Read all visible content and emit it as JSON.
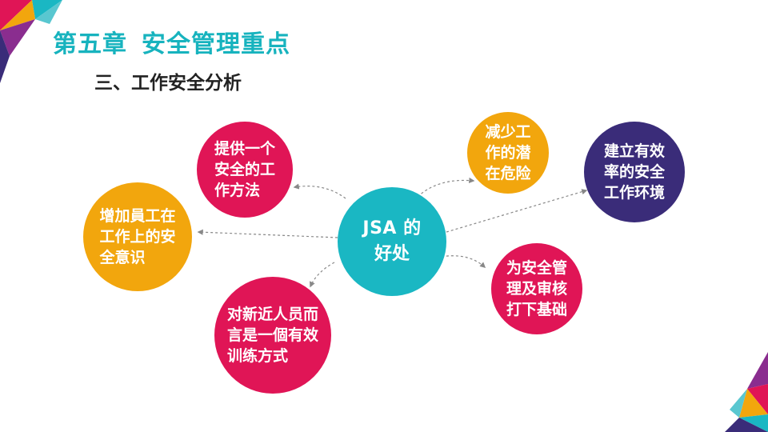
{
  "slide": {
    "chapter": "第五章",
    "chapter_topic": "安全管理重点",
    "section": "三、工作安全分析"
  },
  "diagram": {
    "center": {
      "lines": [
        "JSA 的",
        "好处"
      ],
      "color": "#1ab7c3"
    },
    "benefits": [
      {
        "lines": [
          "提供一个",
          "安全的工",
          "作方法"
        ],
        "color": "#e01556"
      },
      {
        "lines": [
          "减少工",
          "作的潜",
          "在危险"
        ],
        "color": "#f2a60d"
      },
      {
        "lines": [
          "建立有效",
          "率的安全",
          "工作环境"
        ],
        "color": "#3a2c79"
      },
      {
        "lines": [
          "增加員工在",
          "工作上的安",
          "全意识"
        ],
        "color": "#f2a60d"
      },
      {
        "lines": [
          "为安全管",
          "理及审核",
          "打下基础"
        ],
        "color": "#e01556"
      },
      {
        "lines": [
          "对新近人员而",
          "言是一個有效",
          "训练方式"
        ],
        "color": "#e01556"
      }
    ]
  },
  "decor": {
    "corner_colors": [
      "#1ab7c3",
      "#e01556",
      "#f2a60d",
      "#3a2c79",
      "#8a2d8f"
    ]
  }
}
